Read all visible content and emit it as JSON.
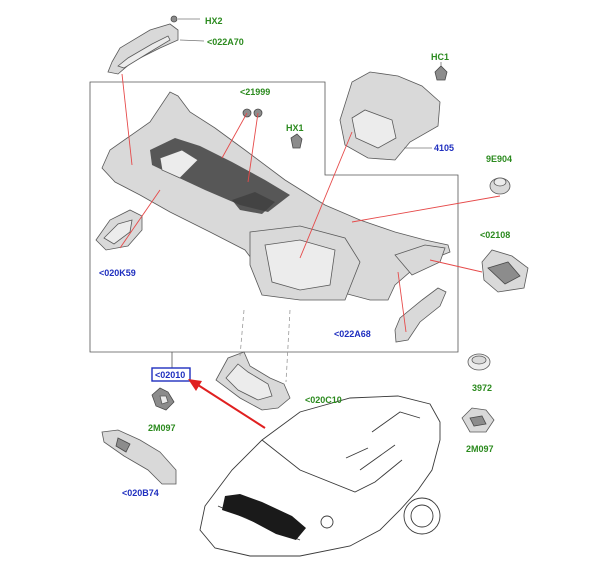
{
  "callouts": {
    "hx2": "HX2",
    "022a70": "<022A70",
    "hc1": "HC1",
    "21999": "<21999",
    "hx1": "HX1",
    "4105": "4105",
    "9e904": "9E904",
    "02108": "<02108",
    "020k59": "<020K59",
    "022a68": "<022A68",
    "02010": "<02010",
    "3972": "3972",
    "020c10": "<020C10",
    "2m097_left": "2M097",
    "2m097_right": "2M097",
    "020b74": "<020B74"
  },
  "colors": {
    "callout_blue": "#1f2fbf",
    "callout_green": "#2b8a1e",
    "highlight_box": "#1f2fbf",
    "arrow_red": "#e02020",
    "leader_red": "#e64a4a"
  }
}
